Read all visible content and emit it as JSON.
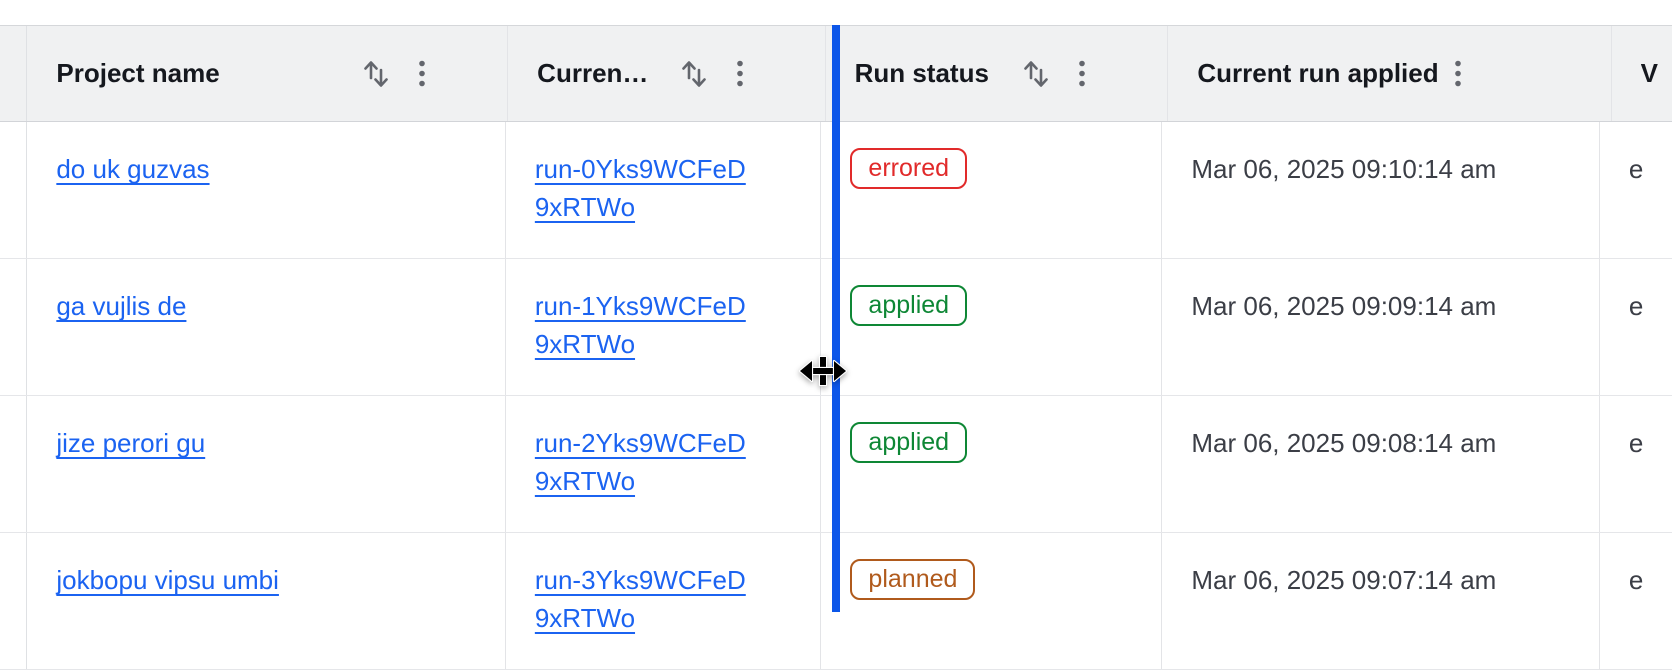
{
  "table": {
    "header": {
      "columns": [
        {
          "label": "Project name",
          "sortable": true,
          "has_menu": true
        },
        {
          "label": "Curren…",
          "sortable": true,
          "has_menu": true
        },
        {
          "label": "Run status",
          "sortable": true,
          "has_menu": true
        },
        {
          "label": "Current run applied",
          "sortable": false,
          "has_menu": true
        },
        {
          "label": "V",
          "sortable": false,
          "has_menu": false
        }
      ]
    },
    "rows": [
      {
        "project_name": "do uk guzvas",
        "run_id": "run-0Yks9WCFeD9xRTWo",
        "run_lines": [
          "run-0Yks9WCFeD",
          "9xRTWo"
        ],
        "run_status": "errored",
        "status_variant": "critical",
        "current_run_applied": "Mar 06, 2025 09:10:14 am",
        "extra_text": "e"
      },
      {
        "project_name": "ga vujlis de",
        "run_id": "run-1Yks9WCFeD9xRTWo",
        "run_lines": [
          "run-1Yks9WCFeD",
          "9xRTWo"
        ],
        "run_status": "applied",
        "status_variant": "success",
        "current_run_applied": "Mar 06, 2025 09:09:14 am",
        "extra_text": "e"
      },
      {
        "project_name": "jize perori gu",
        "run_id": "run-2Yks9WCFeD9xRTWo",
        "run_lines": [
          "run-2Yks9WCFeD",
          "9xRTWo"
        ],
        "run_status": "applied",
        "status_variant": "success",
        "current_run_applied": "Mar 06, 2025 09:08:14 am",
        "extra_text": "e"
      },
      {
        "project_name": "jokbopu vipsu umbi",
        "run_id": "run-3Yks9WCFeD9xRTWo",
        "run_lines": [
          "run-3Yks9WCFeD",
          "9xRTWo"
        ],
        "run_status": "planned",
        "status_variant": "warning",
        "current_run_applied": "Mar 06, 2025 09:07:14 am",
        "extra_text": "e"
      }
    ]
  },
  "column_resize": {
    "active": true,
    "indicator_color": "#0c56e9"
  },
  "colors": {
    "link": "#1b63f1",
    "header_bg": "#f0f1f2",
    "header_text": "#15181e",
    "body_text": "#3b3e46",
    "status_critical": "#e12a2a",
    "status_success": "#0e8735",
    "status_warning": "#b05a1c"
  }
}
